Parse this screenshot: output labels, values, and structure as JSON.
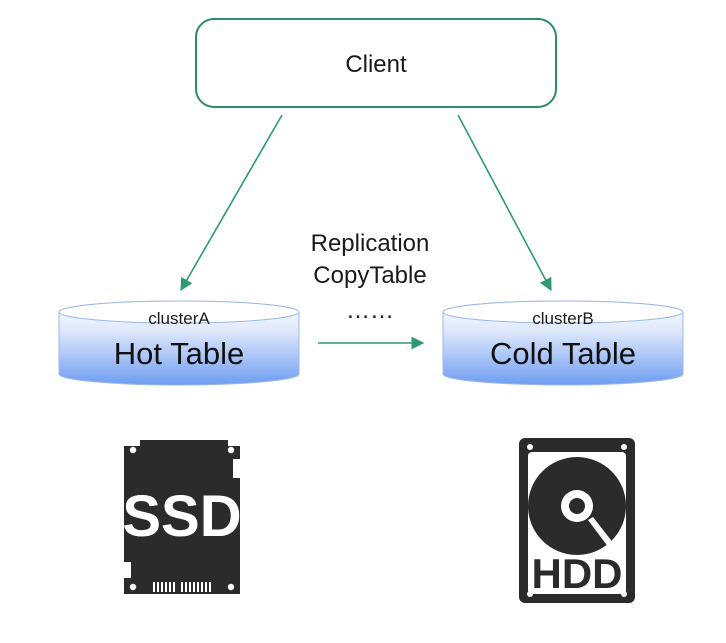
{
  "client": {
    "label": "Client"
  },
  "clusters": [
    {
      "id": "a",
      "cluster_label": "clusterA",
      "table_label": "Hot Table"
    },
    {
      "id": "b",
      "cluster_label": "clusterB",
      "table_label": "Cold Table"
    }
  ],
  "edge": {
    "line1": "Replication",
    "line2": "CopyTable",
    "line3": "……"
  },
  "storage": {
    "ssd_label": "SSD",
    "hdd_label": "HDD"
  },
  "colors": {
    "client_border": "#2e8b6e",
    "arrow": "#2e9a72",
    "cylinder_top": "#ffffff",
    "cylinder_bottom": "#6f9df2",
    "device_dark": "#2b2b2b"
  }
}
